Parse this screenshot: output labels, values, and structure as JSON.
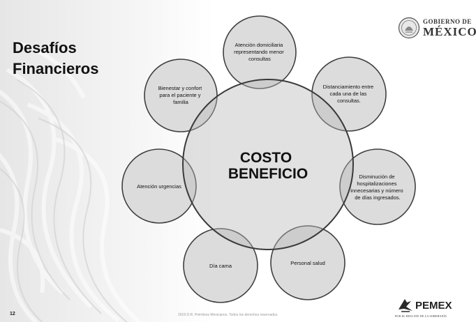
{
  "slide": {
    "title_lines": [
      "Desafíos",
      "Financieros"
    ],
    "page_number": "12",
    "copyright": "2019 D.R. Petróleos Mexicanos. Todos los derechos reservados."
  },
  "logos": {
    "gobierno_small": "GOBIERNO DE",
    "gobierno_big": "MÉXICO",
    "pemex_name": "PEMEX",
    "pemex_tagline": "POR EL RESCATE DE LA SOBERANÍA"
  },
  "diagram": {
    "center_lines": [
      "COSTO",
      "BENEFICIO"
    ],
    "nodes": [
      {
        "lines": [
          "Atención domiciliaria",
          "representando menor",
          "consultas"
        ]
      },
      {
        "lines": [
          "Distanciamiento entre",
          "cada una de las",
          "consultas."
        ]
      },
      {
        "lines": [
          "Disminución de",
          "hospitalizaciones",
          "innecesarias y número",
          "de días ingresados."
        ]
      },
      {
        "lines": [
          "Personal salud"
        ]
      },
      {
        "lines": [
          "Día cama"
        ]
      },
      {
        "lines": [
          "Atención urgencias"
        ]
      },
      {
        "lines": [
          "Bienestar y confort",
          "para el paciente y",
          "familia"
        ]
      }
    ]
  },
  "colors": {
    "circle_fill": "#d9d9d9",
    "circle_stroke": "#444444",
    "center_fill": "#bdbdbd"
  },
  "icons": {
    "seal": "mexico-seal-icon",
    "pemex": "pemex-eagle-icon"
  }
}
